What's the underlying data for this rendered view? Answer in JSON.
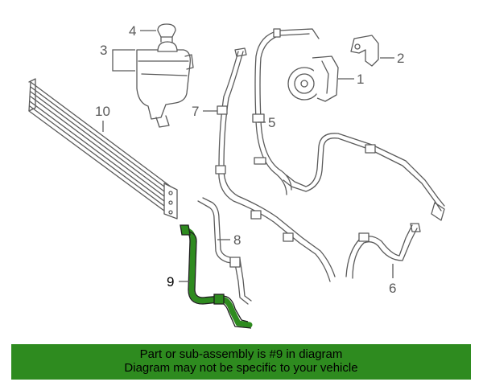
{
  "diagram": {
    "callouts": {
      "c1": "1",
      "c2": "2",
      "c3": "3",
      "c4": "4",
      "c5": "5",
      "c6": "6",
      "c7": "7",
      "c8": "8",
      "c9": "9",
      "c10": "10"
    },
    "highlight_color": "#2e8b1f",
    "highlighted_part": "9"
  },
  "banner": {
    "line1": "Part or sub-assembly is #9 in diagram",
    "line2": "Diagram may not be specific to your vehicle",
    "background": "#2e8b1f"
  }
}
